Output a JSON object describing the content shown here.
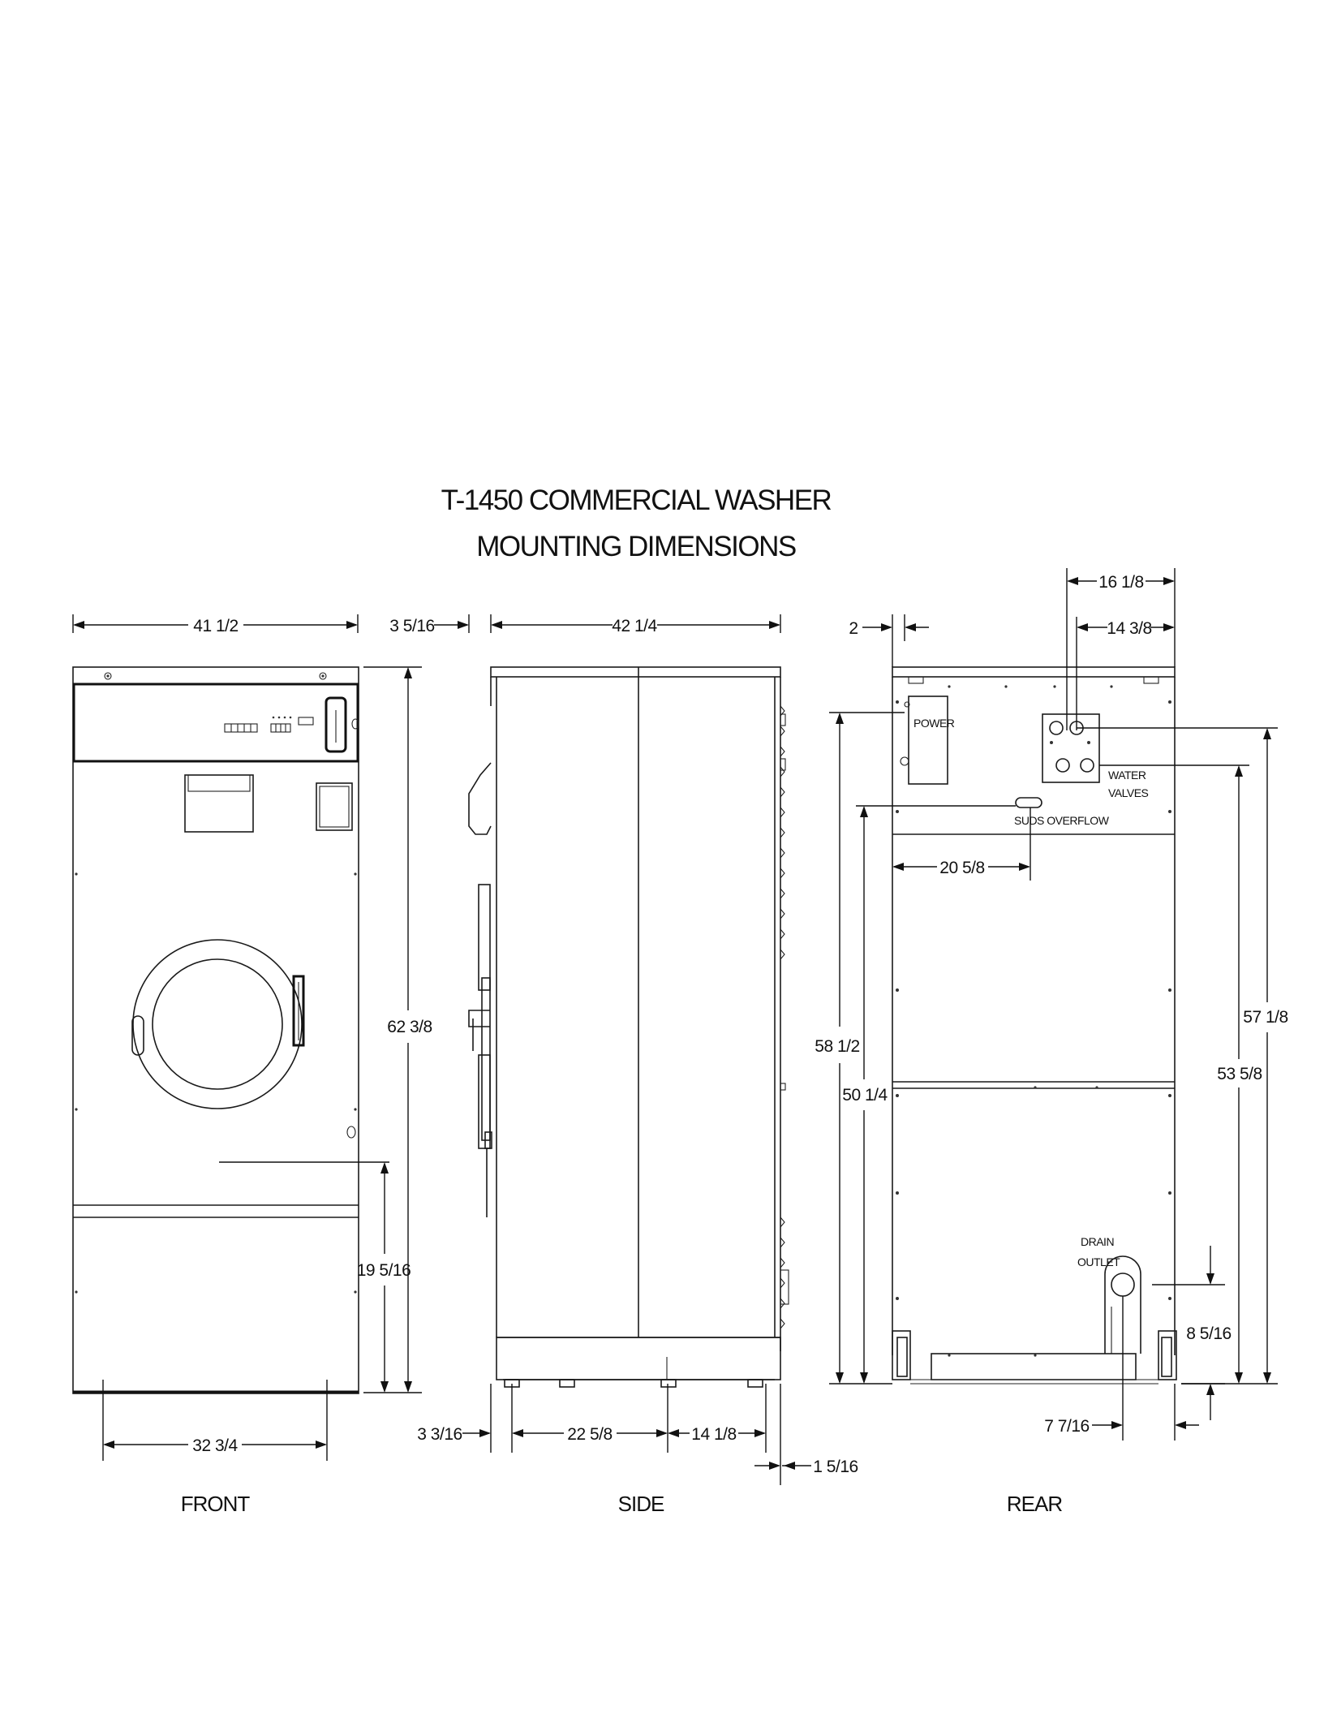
{
  "title_line1": "T-1450 COMMERCIAL WASHER",
  "title_line2": "MOUNTING DIMENSIONS",
  "views": {
    "front": "FRONT",
    "side": "SIDE",
    "rear": "REAR"
  },
  "front_dims": {
    "width": "41 1/2",
    "height": "62 3/8",
    "door_center": "19 5/16",
    "feet_span": "32 3/4"
  },
  "side_dims": {
    "front_protrusion": "3 5/16",
    "depth": "42 1/4",
    "front_foot_offset": "3 3/16",
    "foot_span_1": "22 5/8",
    "foot_span_2": "14 1/8",
    "rear_offset": "1 5/16"
  },
  "rear_dims": {
    "edge_offset": "2",
    "valves_outer": "16 1/8",
    "valves_inner": "14 3/8",
    "overflow_offset": "20 5/8",
    "power_height": "58 1/2",
    "overflow_height": "50 1/4",
    "valve_top_height": "57 1/8",
    "valve_bottom_height": "53 5/8",
    "drain_height": "8 5/16",
    "drain_offset": "7 7/16"
  },
  "rear_labels": {
    "power": "POWER",
    "water": "WATER",
    "valves": "VALVES",
    "overflow": "SUDS OVERFLOW",
    "drain": "DRAIN",
    "outlet": "OUTLET"
  }
}
